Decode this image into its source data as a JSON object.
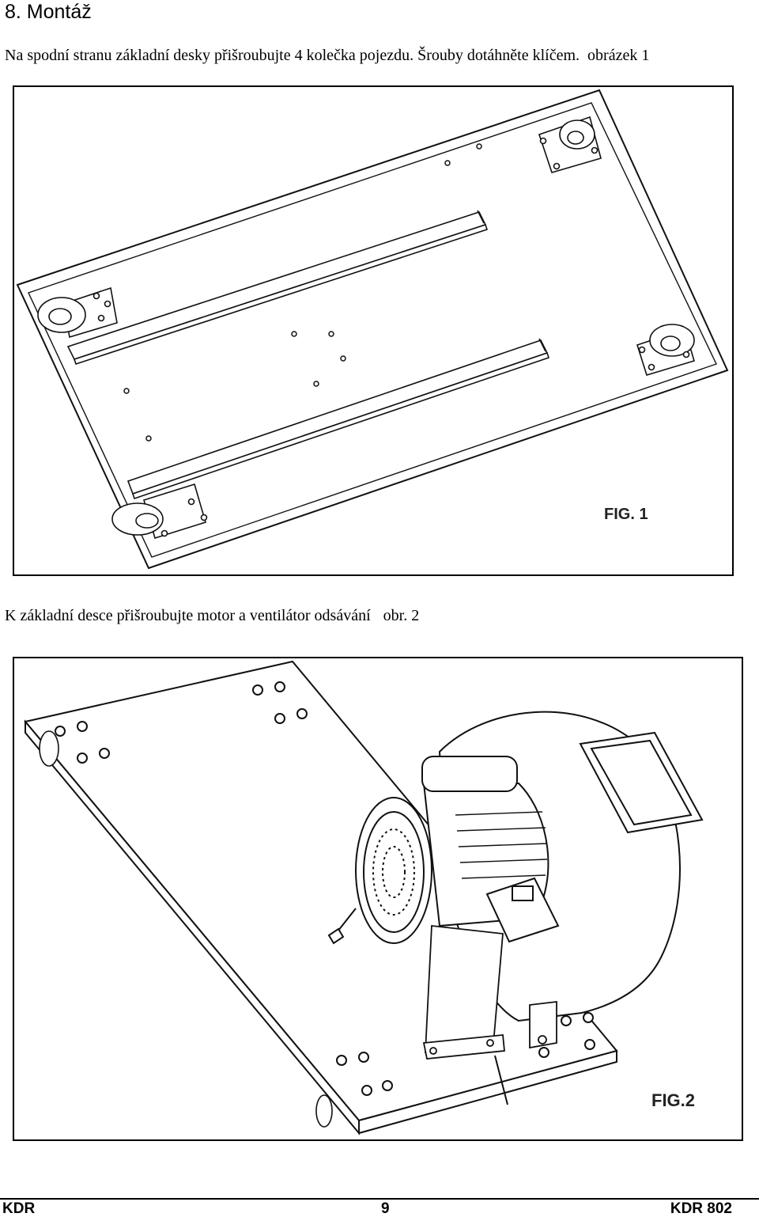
{
  "section_heading": "8. Montáž",
  "paragraph1": {
    "text": "Na spodní stranu základní desky přišroubujte 4 kolečka pojezdu. Šrouby dotáhněte klíčem.",
    "ref": "obrázek 1"
  },
  "figure1": {
    "label": "FIG. 1"
  },
  "paragraph2": {
    "text": "K základní desce přišroubujte motor a ventilátor odsávání",
    "ref": "obr. 2"
  },
  "figure2": {
    "label": "FIG.2"
  },
  "footer": {
    "left": "KDR",
    "page": "9",
    "right": "KDR 802"
  }
}
